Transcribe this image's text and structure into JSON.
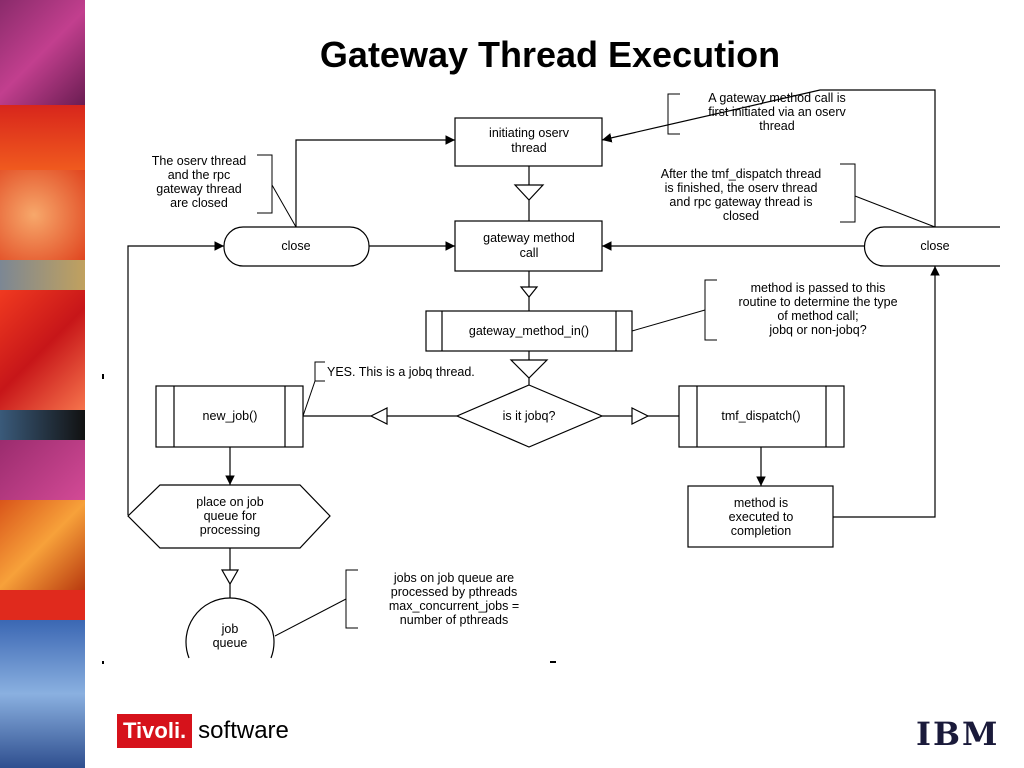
{
  "slide": {
    "title": "Gateway Thread Execution"
  },
  "nodes": {
    "initiating": [
      "initiating oserv",
      "thread"
    ],
    "gateway_call": [
      "gateway method",
      "call"
    ],
    "method_in": [
      "gateway_method_in()"
    ],
    "is_jobq": [
      "is it jobq?"
    ],
    "new_job": [
      "new_job()"
    ],
    "tmf_dispatch": [
      "tmf_dispatch()"
    ],
    "place_queue": [
      "place on job",
      "queue for",
      "processing"
    ],
    "executed": [
      "method is",
      "executed to",
      "completion"
    ],
    "job_queue": [
      "job",
      "queue"
    ],
    "close_left": [
      "close"
    ],
    "close_right": [
      "close"
    ]
  },
  "notes": {
    "first_initiated": [
      "A gateway method call is",
      "first initiated via an oserv",
      "thread"
    ],
    "oserv_closed": [
      "The oserv thread",
      "and the rpc",
      "gateway thread",
      "are closed"
    ],
    "after_dispatch": [
      "After the tmf_dispatch thread",
      "is finished, the oserv thread",
      "and rpc gateway thread is",
      "closed"
    ],
    "passed_routine": [
      "method is passed to this",
      "routine to determine the type",
      "of method call;",
      "jobq or non-jobq?"
    ],
    "yes_jobq": [
      "YES. This is a jobq thread."
    ],
    "pthreads": [
      "jobs on job queue are",
      "processed by pthreads",
      "max_concurrent_jobs =",
      "number of pthreads"
    ]
  },
  "footer": {
    "brand_red": "Tivoli.",
    "brand_word": "software",
    "company_logo": "IBM"
  },
  "colors": {
    "tivoli_red": "#d6121b",
    "line": "#000000"
  }
}
